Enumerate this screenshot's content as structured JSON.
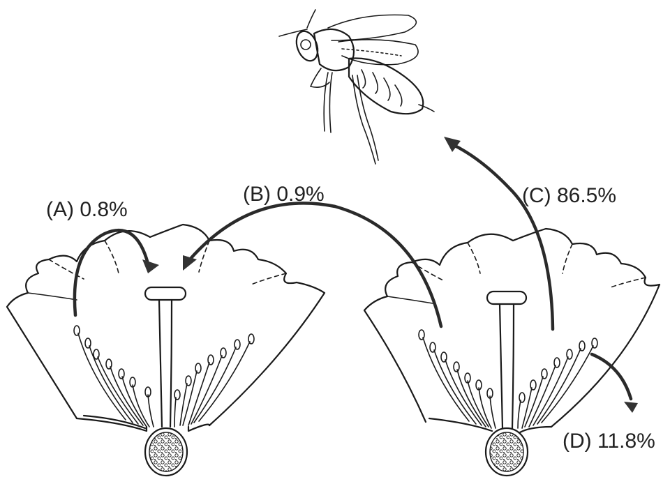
{
  "pathways": {
    "a": "(A) 0.8%",
    "b": "(B) 0.9%",
    "c": "(C) 86.5%",
    "d": "(D) 11.8%"
  },
  "icons": [
    "bee-icon",
    "flower-icon",
    "flower-icon"
  ],
  "colors": {
    "ink": "#1a1a1a",
    "arrow": "#2a2a2a",
    "background": "#ffffff"
  }
}
